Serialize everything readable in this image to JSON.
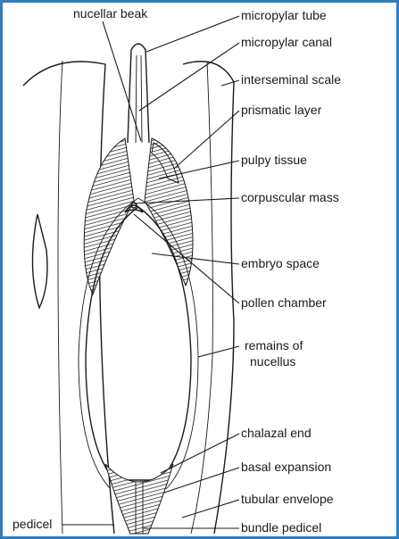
{
  "labels": {
    "nucellar_beak": "nucellar beak",
    "micropylar_tube": "micropylar tube",
    "micropylar_canal": "micropylar canal",
    "interseminal_scale": "interseminal scale",
    "prismatic_layer": "prismatic layer",
    "pulpy_tissue": "pulpy tissue",
    "corpuscular_mass": "corpuscular mass",
    "embryo_space": "embryo space",
    "pollen_chamber": "pollen chamber",
    "remains_of_nucellus_1": "remains of",
    "remains_of_nucellus_2": "nucellus",
    "chalazal_end": "chalazal end",
    "basal_expansion": "basal expansion",
    "tubular_envelope": "tubular envelope",
    "pedicel": "pedicel",
    "bundle_pedicel": "bundle pedicel"
  },
  "colors": {
    "frame_border": "#2e7fc2",
    "ink": "#1a1a1a"
  }
}
